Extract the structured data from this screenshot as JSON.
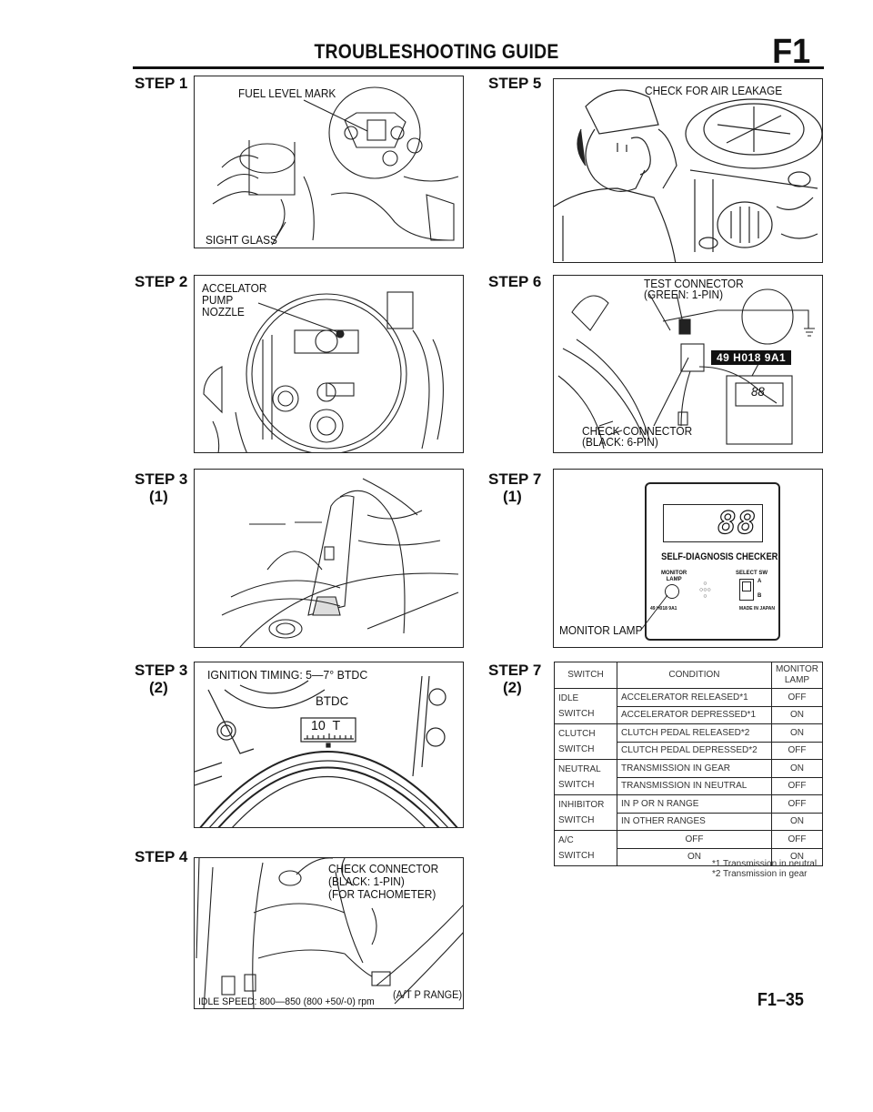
{
  "header": {
    "title": "TROUBLESHOOTING GUIDE",
    "section_code": "F1"
  },
  "steps": [
    {
      "id": "step1",
      "label": "STEP 1",
      "sub": "",
      "callouts": [
        "FUEL LEVEL MARK",
        "SIGHT GLASS"
      ]
    },
    {
      "id": "step2",
      "label": "STEP 2",
      "sub": "",
      "callouts": [
        "ACCELATOR\nPUMP\nNOZZLE"
      ]
    },
    {
      "id": "step3-1",
      "label": "STEP 3",
      "sub": "(1)",
      "callouts": []
    },
    {
      "id": "step3-2",
      "label": "STEP 3",
      "sub": "(2)",
      "callouts": [
        "IGNITION TIMING: 5—7° BTDC",
        "BTDC",
        "10  T"
      ]
    },
    {
      "id": "step4",
      "label": "STEP 4",
      "sub": "",
      "callouts": [
        "CHECK CONNECTOR\n(BLACK: 1-PIN)\n(FOR TACHOMETER)",
        "IDLE SPEED: 800—850 (800 +50/-0) rpm",
        "(A/T P RANGE)"
      ]
    },
    {
      "id": "step5",
      "label": "STEP 5",
      "sub": "",
      "callouts": [
        "CHECK FOR AIR LEAKAGE"
      ]
    },
    {
      "id": "step6",
      "label": "STEP 6",
      "sub": "",
      "callouts": [
        "TEST CONNECTOR\n(GREEN: 1-PIN)",
        "CHECK CONNECTOR\n(BLACK: 6-PIN)"
      ],
      "tool_number": "49 H018 9A1"
    },
    {
      "id": "step7-1",
      "label": "STEP 7",
      "sub": "(1)",
      "callouts": [
        "MONITOR LAMP"
      ],
      "checker": {
        "display": "88",
        "name": "SELF-DIAGNOSIS CHECKER",
        "monitor_label": "MONITOR\nLAMP",
        "select_label": "SELECT SW",
        "select_a": "A",
        "select_b": "B",
        "part_no": "49 H018 9A1",
        "origin": "MADE IN JAPAN"
      }
    },
    {
      "id": "step7-2",
      "label": "STEP 7",
      "sub": "(2)",
      "callouts": []
    }
  ],
  "table": {
    "headers": [
      "SWITCH",
      "CONDITION",
      "MONITOR\nLAMP"
    ],
    "groups": [
      {
        "switch": "IDLE\nSWITCH",
        "rows": [
          {
            "condition": "ACCELERATOR RELEASED*1",
            "lamp": "OFF"
          },
          {
            "condition": "ACCELERATOR DEPRESSED*1",
            "lamp": "ON"
          }
        ]
      },
      {
        "switch": "CLUTCH\nSWITCH",
        "rows": [
          {
            "condition": "CLUTCH PEDAL RELEASED*2",
            "lamp": "ON"
          },
          {
            "condition": "CLUTCH PEDAL DEPRESSED*2",
            "lamp": "OFF"
          }
        ]
      },
      {
        "switch": "NEUTRAL\nSWITCH",
        "rows": [
          {
            "condition": "TRANSMISSION IN GEAR",
            "lamp": "ON"
          },
          {
            "condition": "TRANSMISSION IN NEUTRAL",
            "lamp": "OFF"
          }
        ]
      },
      {
        "switch": "INHIBITOR\nSWITCH",
        "rows": [
          {
            "condition": "IN P OR N RANGE",
            "lamp": "OFF"
          },
          {
            "condition": "IN OTHER RANGES",
            "lamp": "ON"
          }
        ]
      },
      {
        "switch": "A/C\nSWITCH",
        "rows": [
          {
            "condition": "OFF",
            "lamp": "OFF",
            "centered": true
          },
          {
            "condition": "ON",
            "lamp": "ON",
            "centered": true
          }
        ]
      }
    ],
    "footnotes": [
      "*1 Transmission in neutral",
      "*2 Transmission in gear"
    ]
  },
  "page_number": "F1–35"
}
